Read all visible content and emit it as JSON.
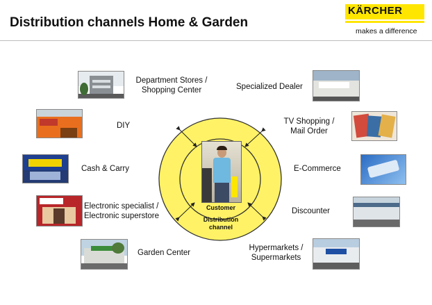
{
  "header": {
    "title": "Distribution channels Home & Garden",
    "logo": "KÄRCHER",
    "tagline": "makes a difference"
  },
  "center": {
    "customer_label": "Customer",
    "channel_label_1": "Distribution",
    "channel_label_2": "channel"
  },
  "channels": {
    "department_store": {
      "line1": "Department Stores /",
      "line2": "Shopping Center",
      "icon": "department-store-photo"
    },
    "diy": {
      "line1": "DIY",
      "icon": "diy-store-photo"
    },
    "cash_carry": {
      "line1": "Cash & Carry",
      "icon": "metro-store-photo"
    },
    "electronic": {
      "line1": "Electronic specialist /",
      "line2": "Electronic superstore",
      "icon": "electronics-store-photo"
    },
    "garden_center": {
      "line1": "Garden Center",
      "icon": "garden-center-photo"
    },
    "specialized_dealer": {
      "line1": "Specialized Dealer",
      "icon": "dealer-store-photo"
    },
    "tv_shopping": {
      "line1": "TV Shopping /",
      "line2": "Mail Order",
      "icon": "catalog-photo"
    },
    "ecommerce": {
      "line1": "E-Commerce",
      "icon": "keyboard-photo"
    },
    "discounter": {
      "line1": "Discounter",
      "icon": "discounter-store-photo"
    },
    "hypermarkets": {
      "line1": "Hypermarkets /",
      "line2": "Supermarkets",
      "icon": "carrefour-store-photo"
    }
  },
  "colors": {
    "ring": "#fff266",
    "ring_stroke": "#333333",
    "logo_yellow": "#ffe600"
  }
}
